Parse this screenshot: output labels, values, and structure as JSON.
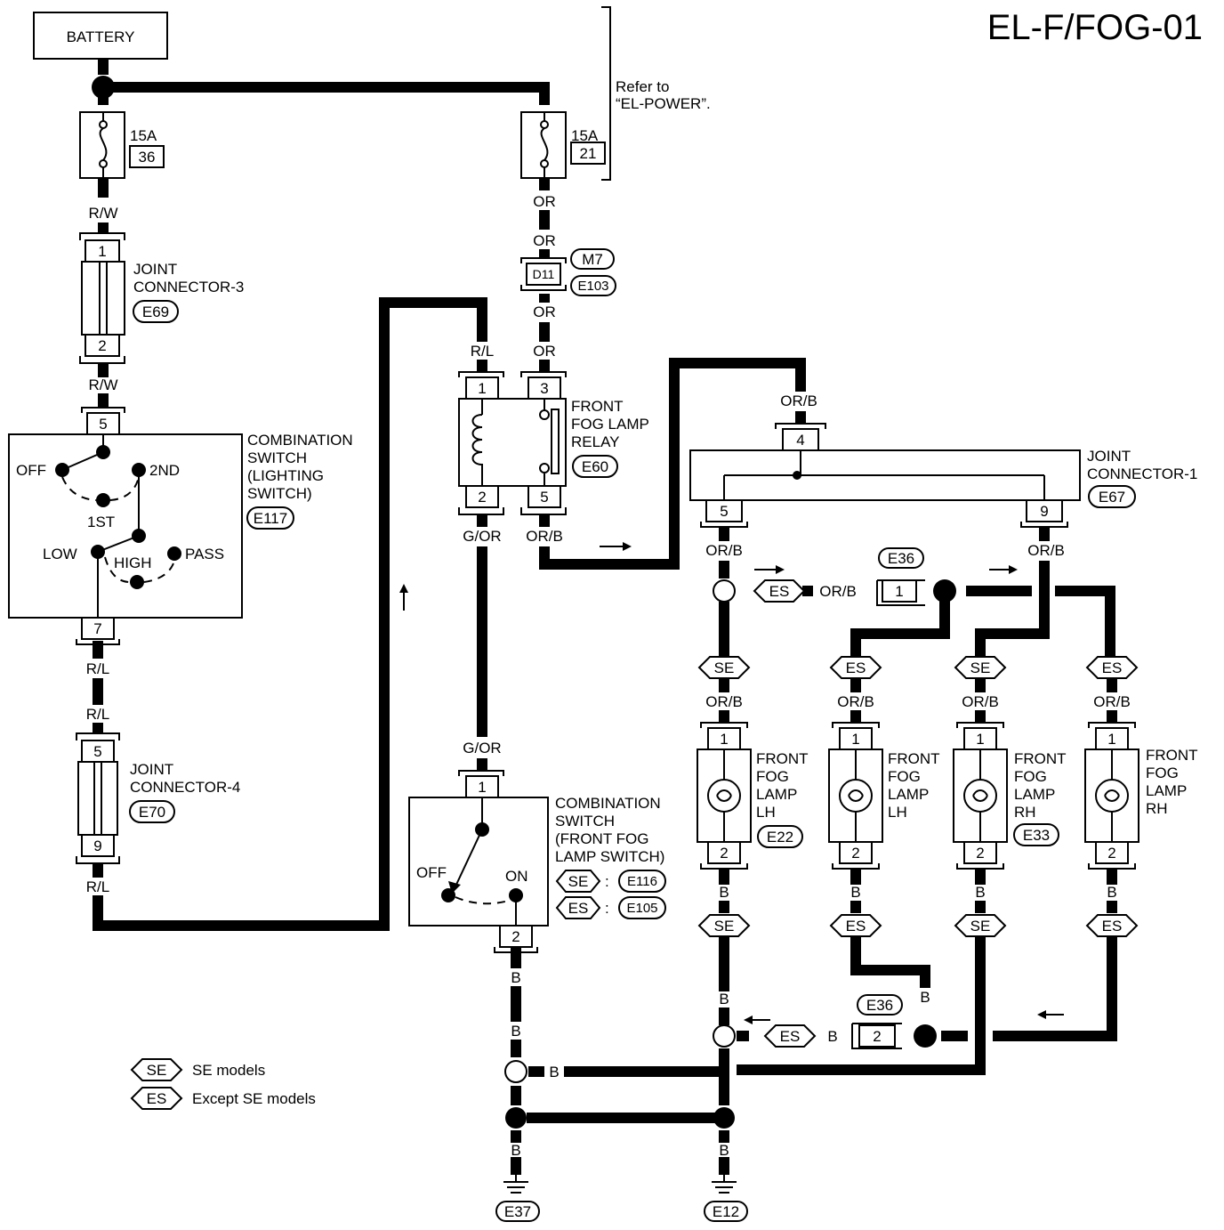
{
  "page_code": "EL-F/FOG-01",
  "battery": "BATTERY",
  "refer_note": [
    "Refer to",
    "“EL-POWER”."
  ],
  "fuse_left": {
    "rating": "15A",
    "number": "36"
  },
  "fuse_right": {
    "rating": "15A",
    "number": "21"
  },
  "wire_colors": {
    "rw": "R/W",
    "rl": "R/L",
    "or": "OR",
    "orb": "OR/B",
    "gor": "G/OR",
    "b": "B"
  },
  "joint3": {
    "name": [
      "JOINT",
      "CONNECTOR-3"
    ],
    "connector": "E69",
    "pin_top": "1",
    "pin_bottom": "2"
  },
  "comb_light": {
    "name": [
      "COMBINATION",
      "SWITCH",
      "(LIGHTING",
      "SWITCH)"
    ],
    "connector": "E117",
    "pin_top": "5",
    "pin_bottom": "7",
    "positions": {
      "off": "OFF",
      "second": "2ND",
      "first": "1ST",
      "low": "LOW",
      "high": "HIGH",
      "pass": "PASS"
    }
  },
  "joint4": {
    "name": [
      "JOINT",
      "CONNECTOR-4"
    ],
    "connector": "E70",
    "pin_top": "5",
    "pin_bottom": "9"
  },
  "inline_connector": {
    "pin": "D11",
    "male": "M7",
    "female": "E103"
  },
  "relay": {
    "name": [
      "FRONT",
      "FOG LAMP",
      "RELAY"
    ],
    "connector": "E60",
    "pins": [
      "1",
      "3",
      "2",
      "5"
    ]
  },
  "fog_switch": {
    "name": [
      "COMBINATION",
      "SWITCH",
      "(FRONT FOG",
      "LAMP SWITCH)"
    ],
    "off": "OFF",
    "on": "ON",
    "pin_top": "1",
    "pin_bottom": "2",
    "se_connector": "E116",
    "es_connector": "E105",
    "colon": ":"
  },
  "joint1": {
    "name": [
      "JOINT",
      "CONNECTOR-1"
    ],
    "connector": "E67",
    "pins": [
      "4",
      "5",
      "9"
    ]
  },
  "e36": "E36",
  "e36_pins": [
    "1",
    "2"
  ],
  "lamps": [
    {
      "name": [
        "FRONT",
        "FOG",
        "LAMP",
        "LH"
      ],
      "connector": "E22",
      "pin_top": "1",
      "pin_bottom": "2"
    },
    {
      "name": [
        "FRONT",
        "FOG",
        "LAMP",
        "LH"
      ],
      "connector": "",
      "pin_top": "1",
      "pin_bottom": "2"
    },
    {
      "name": [
        "FRONT",
        "FOG",
        "LAMP",
        "RH"
      ],
      "connector": "E33",
      "pin_top": "1",
      "pin_bottom": "2"
    },
    {
      "name": [
        "FRONT",
        "FOG",
        "LAMP",
        "RH"
      ],
      "connector": "",
      "pin_top": "1",
      "pin_bottom": "2"
    }
  ],
  "tags": {
    "se": "SE",
    "es": "ES"
  },
  "grounds": [
    "E37",
    "E12"
  ],
  "legend": [
    {
      "tag": "SE",
      "text": "SE models"
    },
    {
      "tag": "ES",
      "text": "Except SE models"
    }
  ]
}
